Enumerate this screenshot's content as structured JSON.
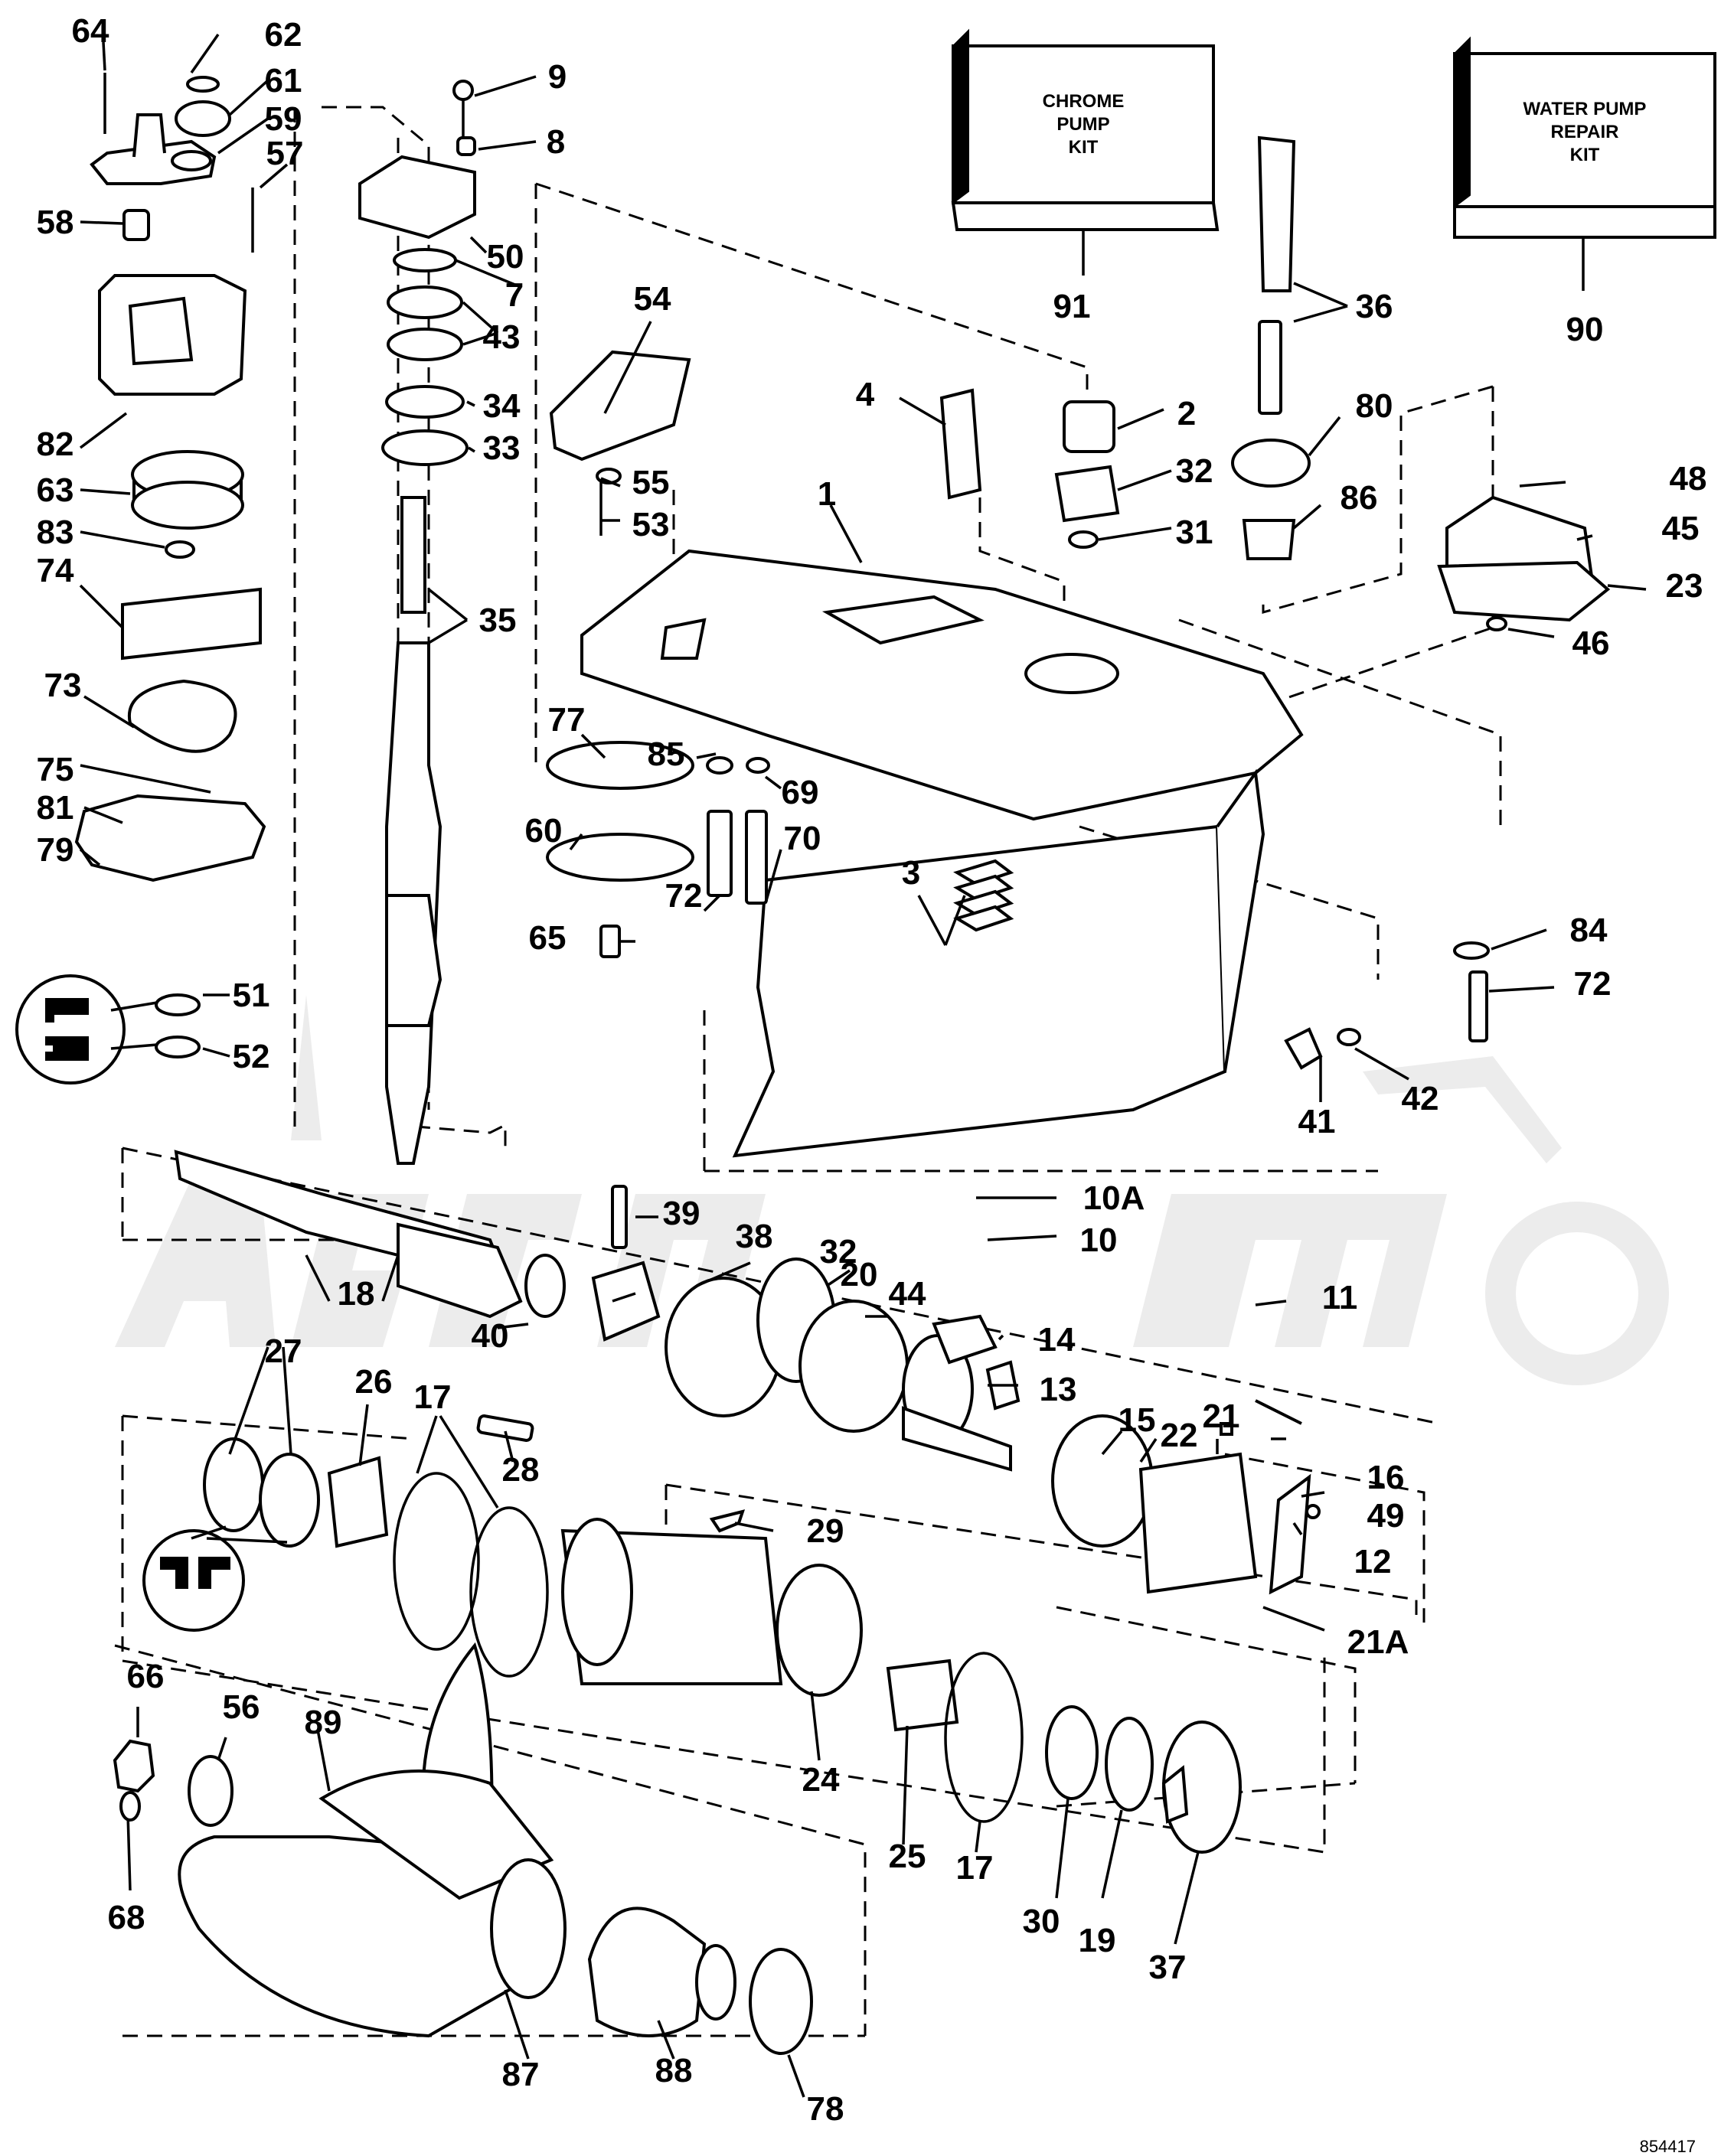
{
  "callouts": [
    "64",
    "62",
    "61",
    "59",
    "57",
    "58",
    "82",
    "63",
    "83",
    "74",
    "73",
    "75",
    "81",
    "79",
    "51",
    "52",
    "9",
    "8",
    "50",
    "7",
    "43",
    "34",
    "33",
    "35",
    "54",
    "55",
    "53",
    "77",
    "85",
    "69",
    "60",
    "70",
    "72",
    "65",
    "3",
    "4",
    "2",
    "32",
    "31",
    "1",
    "36",
    "80",
    "86",
    "48",
    "45",
    "23",
    "46",
    "84",
    "41",
    "42",
    "91",
    "90",
    "39",
    "18",
    "38",
    "40",
    "20",
    "44",
    "14",
    "13",
    "10A",
    "10",
    "11",
    "27",
    "26",
    "17",
    "28",
    "29",
    "15",
    "22",
    "21",
    "16",
    "49",
    "12",
    "21A",
    "66",
    "56",
    "89",
    "68",
    "24",
    "25",
    "30",
    "19",
    "37",
    "87",
    "88",
    "78"
  ],
  "kits": {
    "chrome": [
      "CHROME",
      "PUMP",
      "KIT"
    ],
    "water": [
      "WATER PUMP",
      "REPAIR",
      "KIT"
    ]
  },
  "figure_code": "854417"
}
